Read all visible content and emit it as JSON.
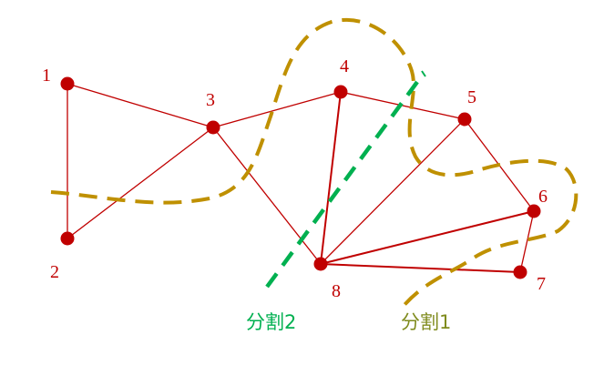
{
  "colors": {
    "graph": "#c00000",
    "cut1": "#bf9000",
    "cut1_label": "#7f8b1d",
    "cut2": "#00b050",
    "background": "#ffffff"
  },
  "graph": {
    "nodes": [
      {
        "id": 1,
        "label": "1"
      },
      {
        "id": 2,
        "label": "2"
      },
      {
        "id": 3,
        "label": "3"
      },
      {
        "id": 4,
        "label": "4"
      },
      {
        "id": 5,
        "label": "5"
      },
      {
        "id": 6,
        "label": "6"
      },
      {
        "id": 7,
        "label": "7"
      },
      {
        "id": 8,
        "label": "8"
      }
    ],
    "edges": [
      [
        1,
        2
      ],
      [
        1,
        3
      ],
      [
        2,
        3
      ],
      [
        3,
        4
      ],
      [
        3,
        8
      ],
      [
        4,
        5
      ],
      [
        4,
        8
      ],
      [
        5,
        8
      ],
      [
        5,
        6
      ],
      [
        6,
        8
      ],
      [
        6,
        7
      ],
      [
        8,
        7
      ]
    ]
  },
  "cuts": [
    {
      "id": "cut1",
      "label": "分割1"
    },
    {
      "id": "cut2",
      "label": "分割2"
    }
  ]
}
